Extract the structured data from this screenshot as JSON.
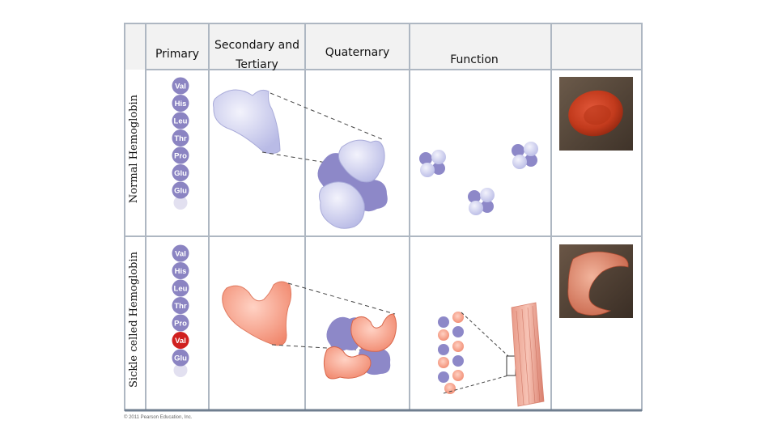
{
  "headers": {
    "primary": "Primary",
    "secondary_tertiary": [
      "Secondary and",
      "Tertiary"
    ],
    "quaternary": "Quaternary",
    "function": "Function"
  },
  "rows": {
    "normal": {
      "label": "Normal Hemoglobin",
      "sequence": [
        "Val",
        "His",
        "Leu",
        "Thr",
        "Pro",
        "Glu",
        "Glu"
      ],
      "mutated_index": -1
    },
    "sickle": {
      "label": "Sickle celled Hemoglobin",
      "sequence": [
        "Val",
        "His",
        "Leu",
        "Thr",
        "Pro",
        "Val",
        "Glu"
      ],
      "mutated_index": 5
    }
  },
  "copyright": "© 2011 Pearson Education, Inc.",
  "colors": {
    "border": "#aeb7c2",
    "header_bg": "#f2f2f2",
    "amino_acid": "#8b84c2",
    "mutation": "#d0201f",
    "normal_protein": "#cccfee",
    "normal_protein_dark": "#8d88c8",
    "sickle_protein": "#f49a80",
    "sickle_protein_edge": "#d9664a",
    "rbc_normal": "#c23a1c",
    "rbc_sickle": "#d78063"
  }
}
